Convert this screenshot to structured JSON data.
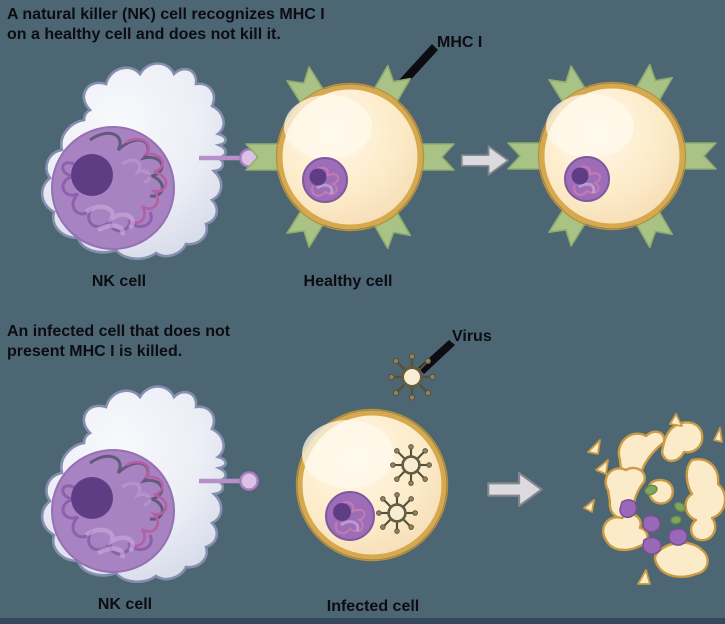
{
  "figure": {
    "background_color": "#4d6674",
    "footer_strip_color": "#34485c",
    "text_color": "#0c0c12"
  },
  "top_panel": {
    "caption": "A natural killer (NK) cell recognizes MHC I\non a healthy cell and does not kill it.",
    "mhc_label": "MHC I",
    "nk_cell_label": "NK cell",
    "healthy_cell_label": "Healthy cell"
  },
  "bottom_panel": {
    "caption": "An infected cell that does not\npresent MHC I is killed.",
    "virus_label": "Virus",
    "nk_cell_label": "NK cell",
    "infected_cell_label": "Infected cell"
  },
  "palette": {
    "cell_fill": "#fdecca",
    "cell_border_gold": "#d7a94f",
    "mhc_receptor_green": "#a9c285",
    "nk_body_fill": "#e9ecf5",
    "nk_outline": "#848eae",
    "nucleus_purple": "#a783c1",
    "nucleolus_purple": "#5f3d85",
    "nk_receptor_purple": "#b78fc9",
    "transition_arrow_gray": "#dbdbdf",
    "virus_olive": "#55503a",
    "lysed_green_granule": "#7fa55e",
    "leader_line_black": "#0c0c12"
  }
}
